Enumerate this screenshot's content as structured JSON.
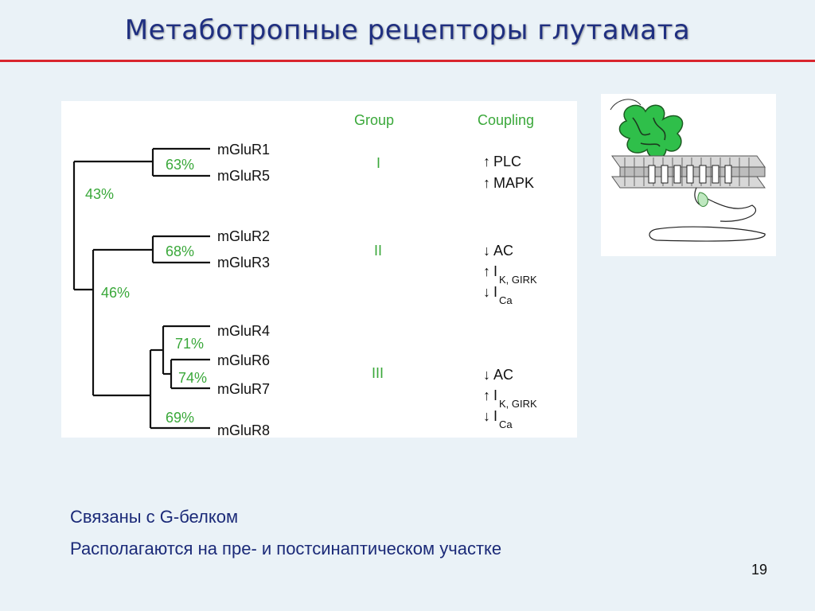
{
  "slide": {
    "title": "Метаботропные рецепторы глутамата",
    "page_number": "19",
    "accent_color": "#d9262e",
    "title_color": "#1f2f80"
  },
  "diagram": {
    "header_group": "Group",
    "header_coupling": "Coupling",
    "receptors": [
      "mGluR1",
      "mGluR5",
      "mGluR2",
      "mGluR3",
      "mGluR4",
      "mGluR6",
      "mGluR7",
      "mGluR8"
    ],
    "percentages": {
      "p63": "63%",
      "p43": "43%",
      "p68": "68%",
      "p46": "46%",
      "p71": "71%",
      "p74": "74%",
      "p69": "69%"
    },
    "groups": [
      "I",
      "II",
      "III"
    ],
    "coupling": {
      "g1_plc": "PLC",
      "g1_mapk": "MAPK",
      "g2_ac": "AC",
      "g2_i": "I",
      "g2_i_sub": "K, GIRK",
      "g2_ica": "I",
      "g2_ica_sub": "Ca",
      "g3_ac": "AC",
      "g3_i": "I",
      "g3_i_sub": "K, GIRK",
      "g3_ica": "I",
      "g3_ica_sub": "Ca"
    }
  },
  "bullets": [
    "Связаны с G-белком",
    "Располагаются на пре- и постсинаптическом участке"
  ]
}
